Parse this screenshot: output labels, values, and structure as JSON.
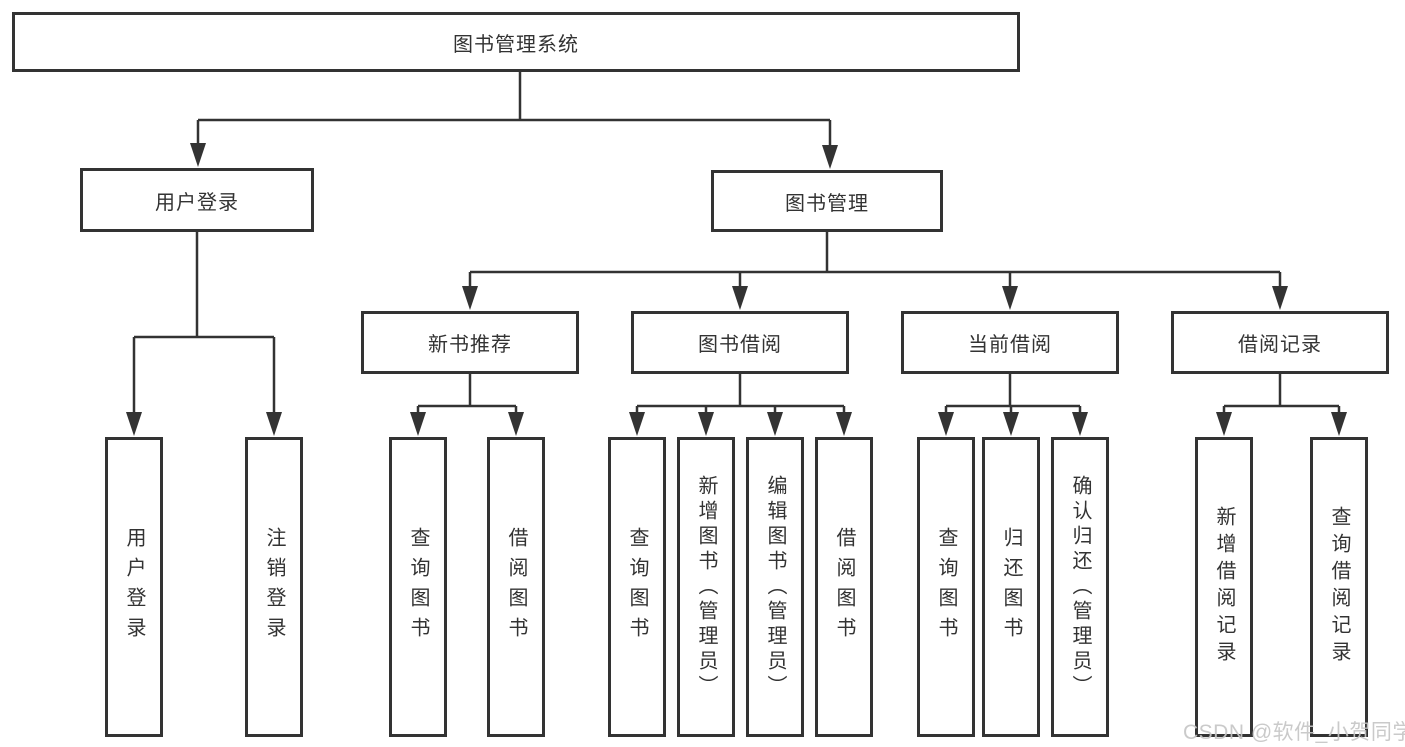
{
  "diagram": {
    "title": "图书管理系统",
    "root": {
      "label": "图书管理系统"
    },
    "level2": [
      {
        "label": "用户登录"
      },
      {
        "label": "图书管理"
      }
    ],
    "level3": [
      {
        "label": "新书推荐"
      },
      {
        "label": "图书借阅"
      },
      {
        "label": "当前借阅"
      },
      {
        "label": "借阅记录"
      }
    ],
    "leaves": {
      "user_login": [
        "用户登录",
        "注销登录"
      ],
      "new_book": [
        "查询图书",
        "借阅图书"
      ],
      "book_borrow": [
        "查询图书",
        "新增图书（管理员）",
        "编辑图书（管理员）",
        "借阅图书"
      ],
      "current_borrow": [
        "查询图书",
        "归还图书",
        "确认归还（管理员）"
      ],
      "borrow_records": [
        "新增借阅记录",
        "查询借阅记录"
      ]
    }
  },
  "watermark": "CSDN @软件_小贺同学",
  "colors": {
    "line": "#333333",
    "text": "#333333",
    "background": "#ffffff",
    "watermark": "#c6c6c6"
  }
}
